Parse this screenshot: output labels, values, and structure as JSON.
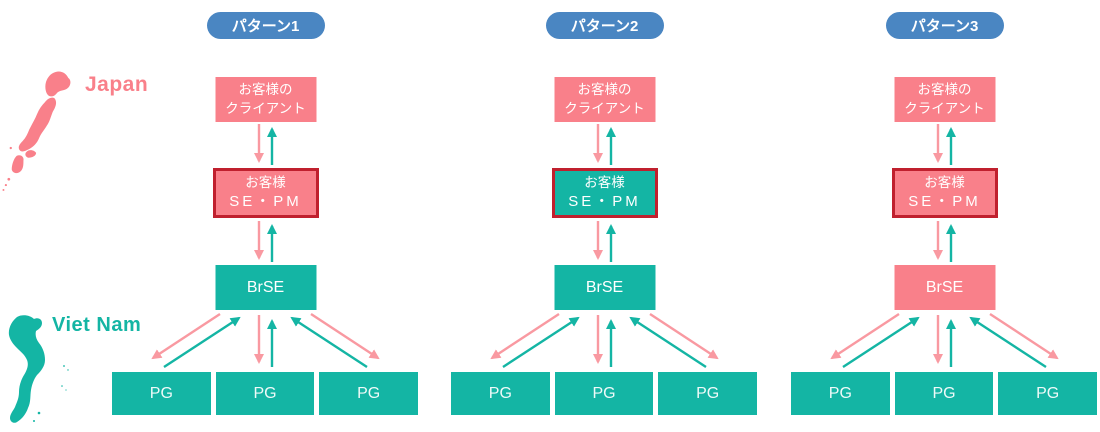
{
  "colors": {
    "pink": "#f9808a",
    "pink_arrow": "#f999a1",
    "teal": "#14b5a4",
    "dark_red": "#c0202e",
    "badge_blue": "#4a86c2",
    "text_white": "#ffffff"
  },
  "legend": {
    "japan_label": "Japan",
    "vietnam_label": "Viet Nam"
  },
  "patterns": [
    {
      "badge": "パターン1",
      "client": {
        "line1": "お客様の",
        "line2": "クライアント",
        "fill": "#f9808a"
      },
      "sepm": {
        "line1": "お客様",
        "line2": "SE・PM",
        "fill": "#f9808a",
        "border": "#c0202e"
      },
      "brse": {
        "label": "BrSE",
        "fill": "#14b5a4"
      },
      "pg_labels": [
        "PG",
        "PG",
        "PG"
      ],
      "pg_fill": "#14b5a4"
    },
    {
      "badge": "パターン2",
      "client": {
        "line1": "お客様の",
        "line2": "クライアント",
        "fill": "#f9808a"
      },
      "sepm": {
        "line1": "お客様",
        "line2": "SE・PM",
        "fill": "#14b5a4",
        "border": "#c0202e"
      },
      "brse": {
        "label": "BrSE",
        "fill": "#14b5a4"
      },
      "pg_labels": [
        "PG",
        "PG",
        "PG"
      ],
      "pg_fill": "#14b5a4"
    },
    {
      "badge": "パターン3",
      "client": {
        "line1": "お客様の",
        "line2": "クライアント",
        "fill": "#f9808a"
      },
      "sepm": {
        "line1": "お客様",
        "line2": "SE・PM",
        "fill": "#f9808a",
        "border": "#c0202e"
      },
      "brse": {
        "label": "BrSE",
        "fill": "#f9808a"
      },
      "pg_labels": [
        "PG",
        "PG",
        "PG"
      ],
      "pg_fill": "#14b5a4"
    }
  ]
}
